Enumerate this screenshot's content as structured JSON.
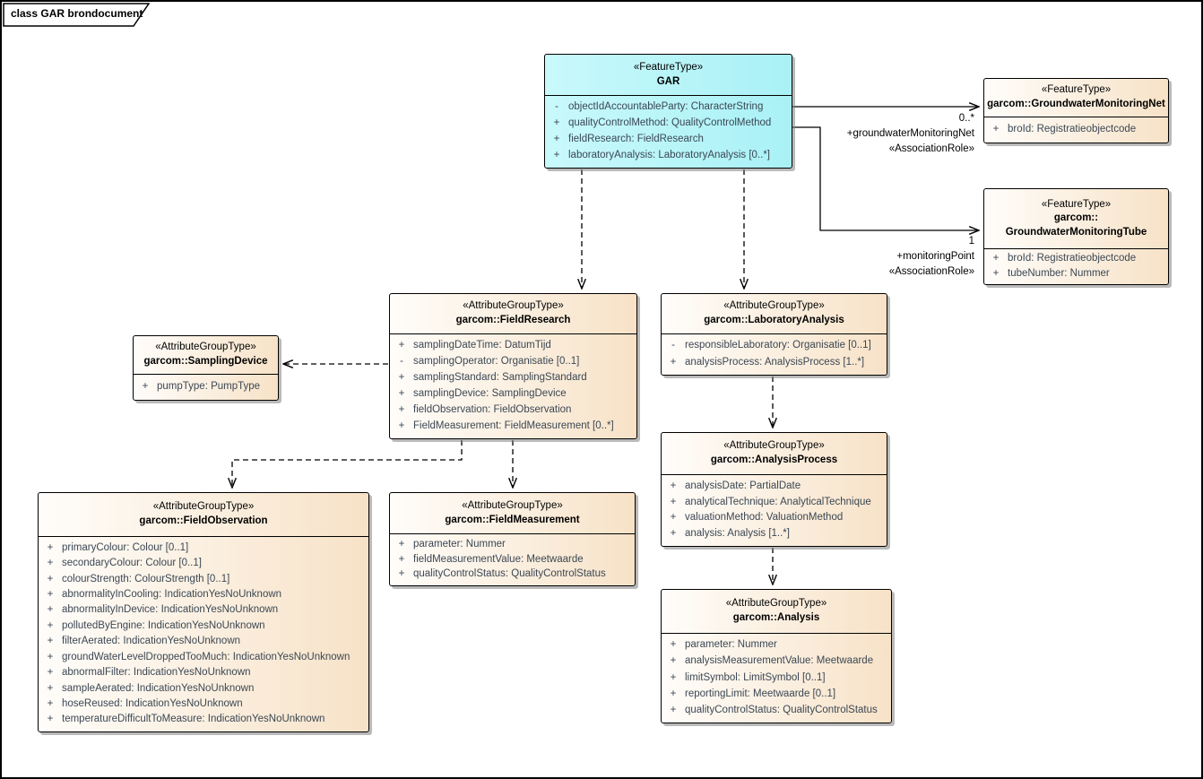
{
  "frame": {
    "title": "class GAR brondocument"
  },
  "colors": {
    "feature_type_fill": "#aef3f7",
    "attribute_group_fill": "#f7e2c7",
    "border": "#000000",
    "attribute_text": "#3b4754"
  },
  "classes": {
    "gar": {
      "stereotype": "«FeatureType»",
      "name": "GAR",
      "attrs": [
        {
          "vis": "-",
          "text": "objectIdAccountableParty: CharacterString"
        },
        {
          "vis": "+",
          "text": "qualityControlMethod: QualityControlMethod"
        },
        {
          "vis": "+",
          "text": "fieldResearch: FieldResearch"
        },
        {
          "vis": "+",
          "text": "laboratoryAnalysis: LaboratoryAnalysis [0..*]"
        }
      ]
    },
    "net": {
      "stereotype": "«FeatureType»",
      "name": "garcom::GroundwaterMonitoringNet",
      "attrs": [
        {
          "vis": "+",
          "text": "broId: Registratieobjectcode"
        }
      ]
    },
    "tube": {
      "stereotype": "«FeatureType»",
      "name1": "garcom::",
      "name2": "GroundwaterMonitoringTube",
      "attrs": [
        {
          "vis": "+",
          "text": "broId: Registratieobjectcode"
        },
        {
          "vis": "+",
          "text": "tubeNumber: Nummer"
        }
      ]
    },
    "fieldResearch": {
      "stereotype": "«AttributeGroupType»",
      "name": "garcom::FieldResearch",
      "attrs": [
        {
          "vis": "+",
          "text": "samplingDateTime: DatumTijd"
        },
        {
          "vis": "-",
          "text": "samplingOperator: Organisatie [0..1]"
        },
        {
          "vis": "+",
          "text": "samplingStandard: SamplingStandard"
        },
        {
          "vis": "+",
          "text": "samplingDevice: SamplingDevice"
        },
        {
          "vis": "+",
          "text": "fieldObservation: FieldObservation"
        },
        {
          "vis": "+",
          "text": "FieldMeasurement: FieldMeasurement [0..*]"
        }
      ]
    },
    "laboratoryAnalysis": {
      "stereotype": "«AttributeGroupType»",
      "name": "garcom::LaboratoryAnalysis",
      "attrs": [
        {
          "vis": "-",
          "text": "responsibleLaboratory: Organisatie [0..1]"
        },
        {
          "vis": "+",
          "text": "analysisProcess: AnalysisProcess [1..*]"
        }
      ]
    },
    "samplingDevice": {
      "stereotype": "«AttributeGroupType»",
      "name": "garcom::SamplingDevice",
      "attrs": [
        {
          "vis": "+",
          "text": "pumpType: PumpType"
        }
      ]
    },
    "fieldObservation": {
      "stereotype": "«AttributeGroupType»",
      "name": "garcom::FieldObservation",
      "attrs": [
        {
          "vis": "+",
          "text": "primaryColour: Colour [0..1]"
        },
        {
          "vis": "+",
          "text": "secondaryColour: Colour [0..1]"
        },
        {
          "vis": "+",
          "text": "colourStrength: ColourStrength [0..1]"
        },
        {
          "vis": "+",
          "text": "abnormalityInCooling: IndicationYesNoUnknown"
        },
        {
          "vis": "+",
          "text": "abnormalityInDevice: IndicationYesNoUnknown"
        },
        {
          "vis": "+",
          "text": "pollutedByEngine: IndicationYesNoUnknown"
        },
        {
          "vis": "+",
          "text": "filterAerated: IndicationYesNoUnknown"
        },
        {
          "vis": "+",
          "text": "groundWaterLevelDroppedTooMuch: IndicationYesNoUnknown"
        },
        {
          "vis": "+",
          "text": "abnormalFilter: IndicationYesNoUnknown"
        },
        {
          "vis": "+",
          "text": "sampleAerated: IndicationYesNoUnknown"
        },
        {
          "vis": "+",
          "text": "hoseReused: IndicationYesNoUnknown"
        },
        {
          "vis": "+",
          "text": "temperatureDifficultToMeasure: IndicationYesNoUnknown"
        }
      ]
    },
    "fieldMeasurement": {
      "stereotype": "«AttributeGroupType»",
      "name": "garcom::FieldMeasurement",
      "attrs": [
        {
          "vis": "+",
          "text": "parameter: Nummer"
        },
        {
          "vis": "+",
          "text": "fieldMeasurementValue: Meetwaarde"
        },
        {
          "vis": "+",
          "text": "qualityControlStatus: QualityControlStatus"
        }
      ]
    },
    "analysisProcess": {
      "stereotype": "«AttributeGroupType»",
      "name": "garcom::AnalysisProcess",
      "attrs": [
        {
          "vis": "+",
          "text": "analysisDate: PartialDate"
        },
        {
          "vis": "+",
          "text": "analyticalTechnique: AnalyticalTechnique"
        },
        {
          "vis": "+",
          "text": "valuationMethod: ValuationMethod"
        },
        {
          "vis": "+",
          "text": "analysis: Analysis [1..*]"
        }
      ]
    },
    "analysis": {
      "stereotype": "«AttributeGroupType»",
      "name": "garcom::Analysis",
      "attrs": [
        {
          "vis": "+",
          "text": "parameter: Nummer"
        },
        {
          "vis": "+",
          "text": "analysisMeasurementValue: Meetwaarde"
        },
        {
          "vis": "+",
          "text": "limitSymbol: LimitSymbol [0..1]"
        },
        {
          "vis": "+",
          "text": "reportingLimit: Meetwaarde [0..1]"
        },
        {
          "vis": "+",
          "text": "qualityControlStatus: QualityControlStatus"
        }
      ]
    }
  },
  "associations": {
    "net": {
      "multiplicity": "0..*",
      "role": "+groundwaterMonitoringNet",
      "stereotype": "«AssociationRole»"
    },
    "tube": {
      "multiplicity": "1",
      "role": "+monitoringPoint",
      "stereotype": "«AssociationRole»"
    }
  }
}
